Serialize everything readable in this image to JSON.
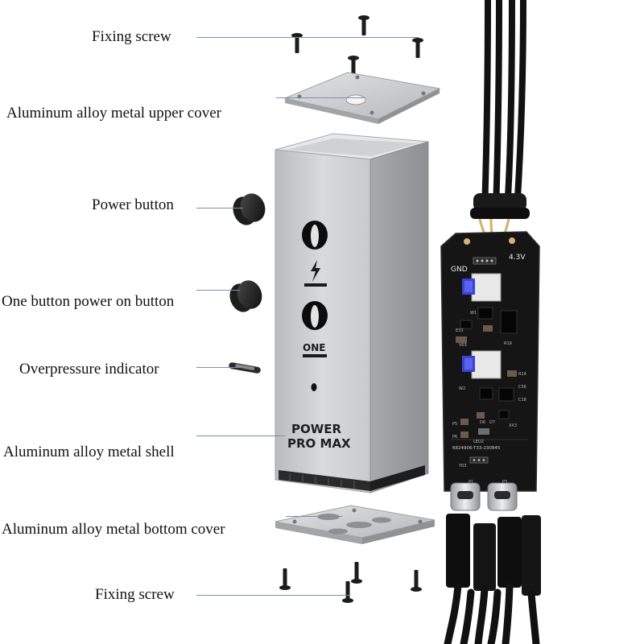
{
  "labels": {
    "top_screw": "Fixing screw",
    "upper_cover": "Aluminum alloy metal upper cover",
    "power_button": "Power button",
    "one_button": "One button power on button",
    "overpressure": "Overpressure indicator",
    "shell": "Aluminum alloy metal shell",
    "bottom_cover": "Aluminum alloy metal bottom cover",
    "bottom_screw": "Fixing screw"
  },
  "shell_marks": {
    "one": "ONE",
    "brand_line1": "POWER",
    "brand_line2": "PRO MAX"
  },
  "pcb_marks": {
    "gnd": "GND",
    "voltage": "4.3V",
    "part_number": "6824906-T33-230845",
    "components": [
      "W1",
      "E33",
      "V03",
      "R19",
      "W2",
      "R14",
      "C56",
      "C18",
      "P5",
      "P6",
      "XX3",
      "LED2",
      "D6",
      "D7",
      "Y03",
      "P1",
      "P3"
    ]
  },
  "colors": {
    "leader_line": "#7b8fb4",
    "aluminum": "#c8cacd",
    "pcb": "#151515",
    "switch_blue": "#3a43d8"
  }
}
